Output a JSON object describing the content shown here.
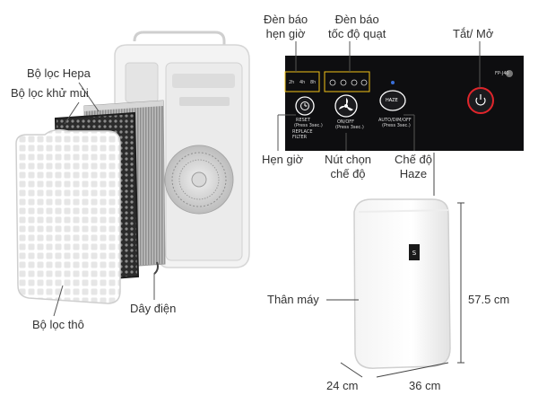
{
  "labels": {
    "timer_indicator": [
      "Đèn báo",
      "hẹn giờ"
    ],
    "fan_speed_indicator": [
      "Đèn báo",
      "tốc độ quạt"
    ],
    "power": "Tắt/ Mở",
    "hepa_filter": "Bộ lọc Hepa",
    "deodorizing_filter": "Bộ lọc khử mùi",
    "timer": "Hẹn giờ",
    "fan_speed_button": [
      "Nút chọn",
      "chế độ"
    ],
    "haze_mode": [
      "Chế độ",
      "Haze"
    ],
    "body": "Thân máy",
    "power_cord": "Dây điện",
    "pre_filter": "Bộ lọc thô",
    "height": "57.5 cm",
    "depth": "24 cm",
    "width": "36 cm"
  },
  "panel": {
    "model": "FP-J40",
    "timer_options": [
      "2h",
      "4h",
      "8h"
    ],
    "reset_label": "RESET",
    "reset_hint": "(Press 3sec.)",
    "replace_filter": [
      "REPLACE",
      "FILTER"
    ],
    "onoff_label": "ON/OFF",
    "onoff_hint": "(Press 3sec.)",
    "haze_button": "HAZE",
    "auto_label": "AUTO/DIM/OFF",
    "auto_hint": "(Press 3sec.)"
  },
  "colors": {
    "panel_bg": "#0e0e10",
    "power_ring": "#e0252b",
    "timer_highlight": "#f2c318",
    "accent_blue": "#3a6fd8"
  }
}
